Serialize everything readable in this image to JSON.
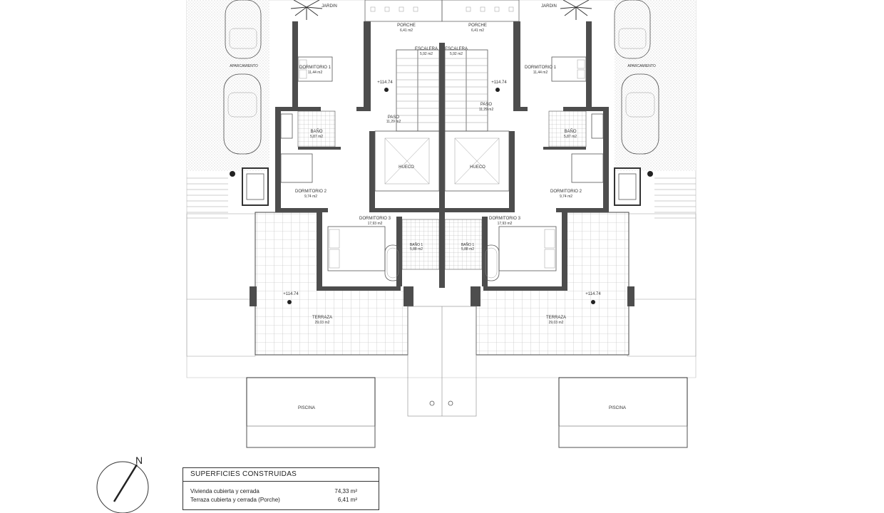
{
  "labels": {
    "jardin": "JARDIN",
    "porche": "PORCHE",
    "porche_area": "6,41 m2",
    "escalera": "ESCALERA",
    "escalera_area": "5,92 m2",
    "aparcamiento": "APARCAMIENTO",
    "dormitorio1": "DORMITORIO 1",
    "dormitorio1_area": "11,44 m2",
    "level": "+114.74",
    "paso": "PASO",
    "paso_area": "11,29 m2",
    "bano": "BAÑO",
    "bano_area": "5,87 m2",
    "hueco": "HUECO",
    "dormitorio2": "DORMITORIO 2",
    "dormitorio2_area": "9,74 m2",
    "dormitorio3": "DORMITORIO 3",
    "dormitorio3_area": "17,93 m2",
    "bano1": "BAÑO 1",
    "bano1_area": "5,88 m2",
    "terraza": "TERRAZA",
    "terraza_area": "29,03 m2",
    "piscina": "PISCINA"
  },
  "compass": {
    "letter": "N"
  },
  "table": {
    "title": "SUPERFICIES CONSTRUIDAS",
    "rows": [
      {
        "label": "Vivienda cubierta y cerrada",
        "value": "74,33 m²"
      },
      {
        "label": "Terraza cubierta y cerrada  (Porche)",
        "value": "6,41 m²"
      }
    ]
  }
}
